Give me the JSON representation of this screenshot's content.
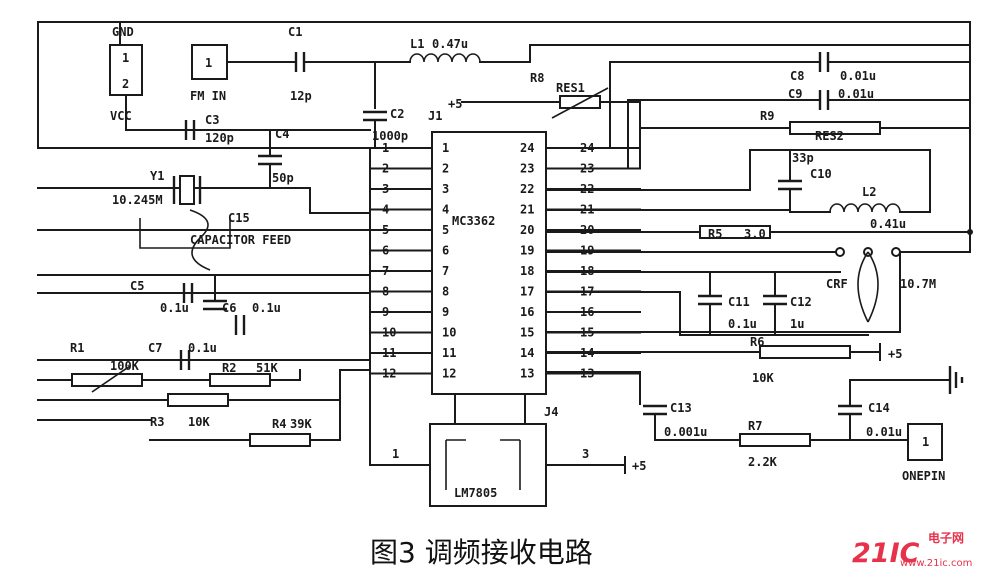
{
  "caption": "图3 调频接收电路",
  "ic": {
    "name": "MC3362",
    "left_pins": [
      "1",
      "2",
      "3",
      "4",
      "5",
      "6",
      "7",
      "8",
      "9",
      "10",
      "11",
      "12"
    ],
    "right_pins": [
      "24",
      "23",
      "22",
      "21",
      "20",
      "19",
      "18",
      "17",
      "16",
      "15",
      "14",
      "13"
    ]
  },
  "labels": {
    "gnd": "GND",
    "vcc": "VCC",
    "conn_p1": "1",
    "conn_p2": "2",
    "fm_in": "FM IN",
    "fm_in_pin": "1",
    "c1": "C1",
    "c1_val": "12p",
    "l1": "L1",
    "l1_val": "0.47u",
    "c2": "C2",
    "c2_val": "1000p",
    "j1": "J1",
    "plus5_top": "+5",
    "r8": "R8",
    "res1": "RES1",
    "c8": "C8",
    "c8_val": "0.01u",
    "c9": "C9",
    "c9_val": "0.01u",
    "r9": "R9",
    "res2": "RES2",
    "c3": "C3",
    "c3_val": "120p",
    "c4": "C4",
    "c4_val": "50p",
    "c10_val": "33p",
    "c10": "C10",
    "l2": "L2",
    "l2_val": "0.41u",
    "y1": "Y1",
    "y1_val": "10.245M",
    "c15": "C15",
    "cap_feed": "CAPACITOR FEED",
    "r5": "R5",
    "r5_val": "3.0",
    "c5": "C5",
    "c5_val": "0.1u",
    "c6": "C6",
    "c6_val": "0.1u",
    "c11": "C11",
    "c11_val": "0.1u",
    "c12": "C12",
    "c12_val": "1u",
    "crf": "CRF",
    "crf_val": "10.7M",
    "r1": "R1",
    "r1_val": "100K",
    "c7": "C7",
    "c7_val": "0.1u",
    "r2": "R2",
    "r2_val": "51K",
    "r3": "R3",
    "r3_val": "10K",
    "r4": "R4",
    "r4_val": "39K",
    "r6": "R6",
    "r6_val": "10K",
    "plus5_mid": "+5",
    "c13": "C13",
    "c13_val": "0.001u",
    "c14": "C14",
    "c14_val": "0.01u",
    "r7": "R7",
    "r7_val": "2.2K",
    "j4": "J4",
    "j4_p1": "1",
    "j4_p3": "3",
    "plus5_bot": "+5",
    "j4_part": "LM7805",
    "onepin": "ONEPIN",
    "onepin_pin": "1"
  },
  "watermark": {
    "brand": "21IC",
    "cn": "电子网",
    "url": "www.21ic.com"
  },
  "colors": {
    "ink": "#1a1a1a",
    "watermark": "#e6324a"
  }
}
